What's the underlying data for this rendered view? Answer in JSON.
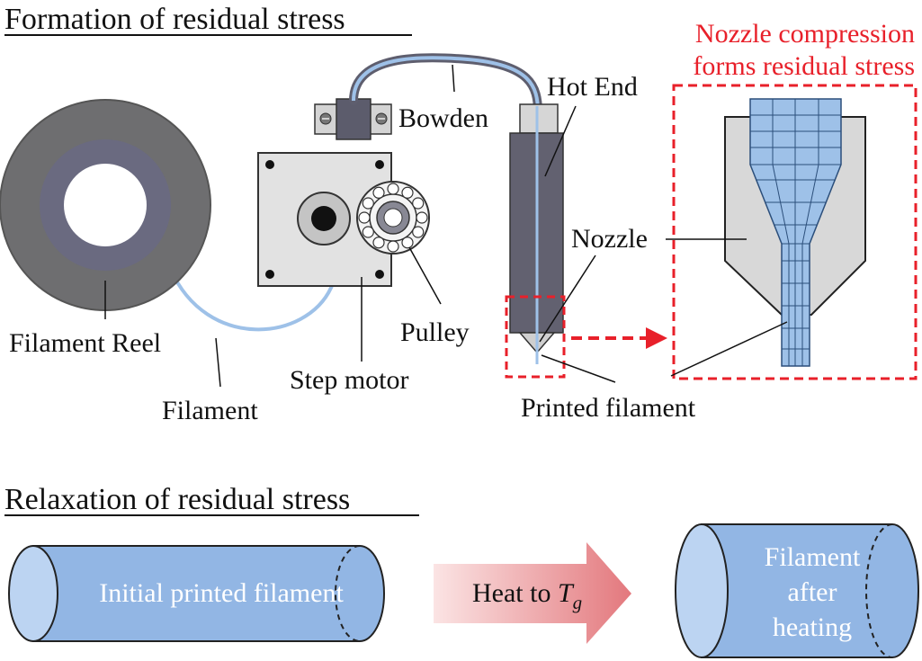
{
  "headings": {
    "formation": "Formation of residual stress",
    "relaxation": "Relaxation of residual stress"
  },
  "labels": {
    "filament_reel": "Filament Reel",
    "filament": "Filament",
    "step_motor": "Step motor",
    "pulley": "Pulley",
    "bowden": "Bowden",
    "hot_end": "Hot End",
    "nozzle": "Nozzle",
    "printed_filament": "Printed filament",
    "nozzle_compression_line1": "Nozzle compression",
    "nozzle_compression_line2": "forms residual stress"
  },
  "relaxation": {
    "initial_label": "Initial printed filament",
    "arrow_label": "Heat to",
    "arrow_symbol": "T",
    "arrow_subscript": "g",
    "after_line1": "Filament",
    "after_line2": "after",
    "after_line3": "heating"
  },
  "colors": {
    "accent_red": "#e8202a",
    "filament_blue": "#9ec1e8",
    "reel_dark": "#6e6e70",
    "hot_end": "#626170",
    "cylinder_blue": "#92b6e4"
  }
}
